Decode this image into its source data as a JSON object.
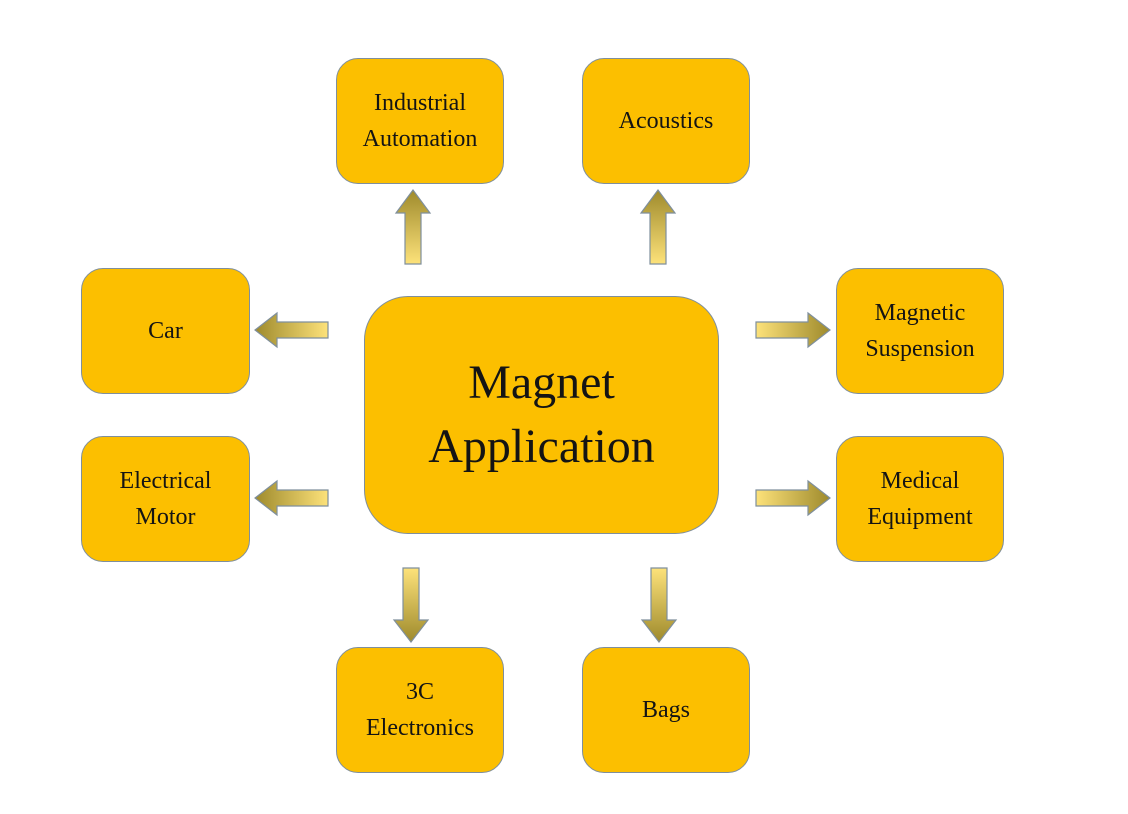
{
  "diagram": {
    "center": "Magnet\nApplication",
    "nodes": {
      "industrial_automation": "Industrial\nAutomation",
      "acoustics": "Acoustics",
      "car": "Car",
      "magnetic_suspension": "Magnetic\nSuspension",
      "electrical_motor": "Electrical\nMotor",
      "medical_equipment": "Medical\nEquipment",
      "electronics_3c": "3C\nElectronics",
      "bags": "Bags"
    },
    "colors": {
      "box_fill": "#fcbf00",
      "box_border": "#7f8f9c",
      "arrow_light": "#fde27a",
      "arrow_dark": "#9e8a2c"
    }
  }
}
